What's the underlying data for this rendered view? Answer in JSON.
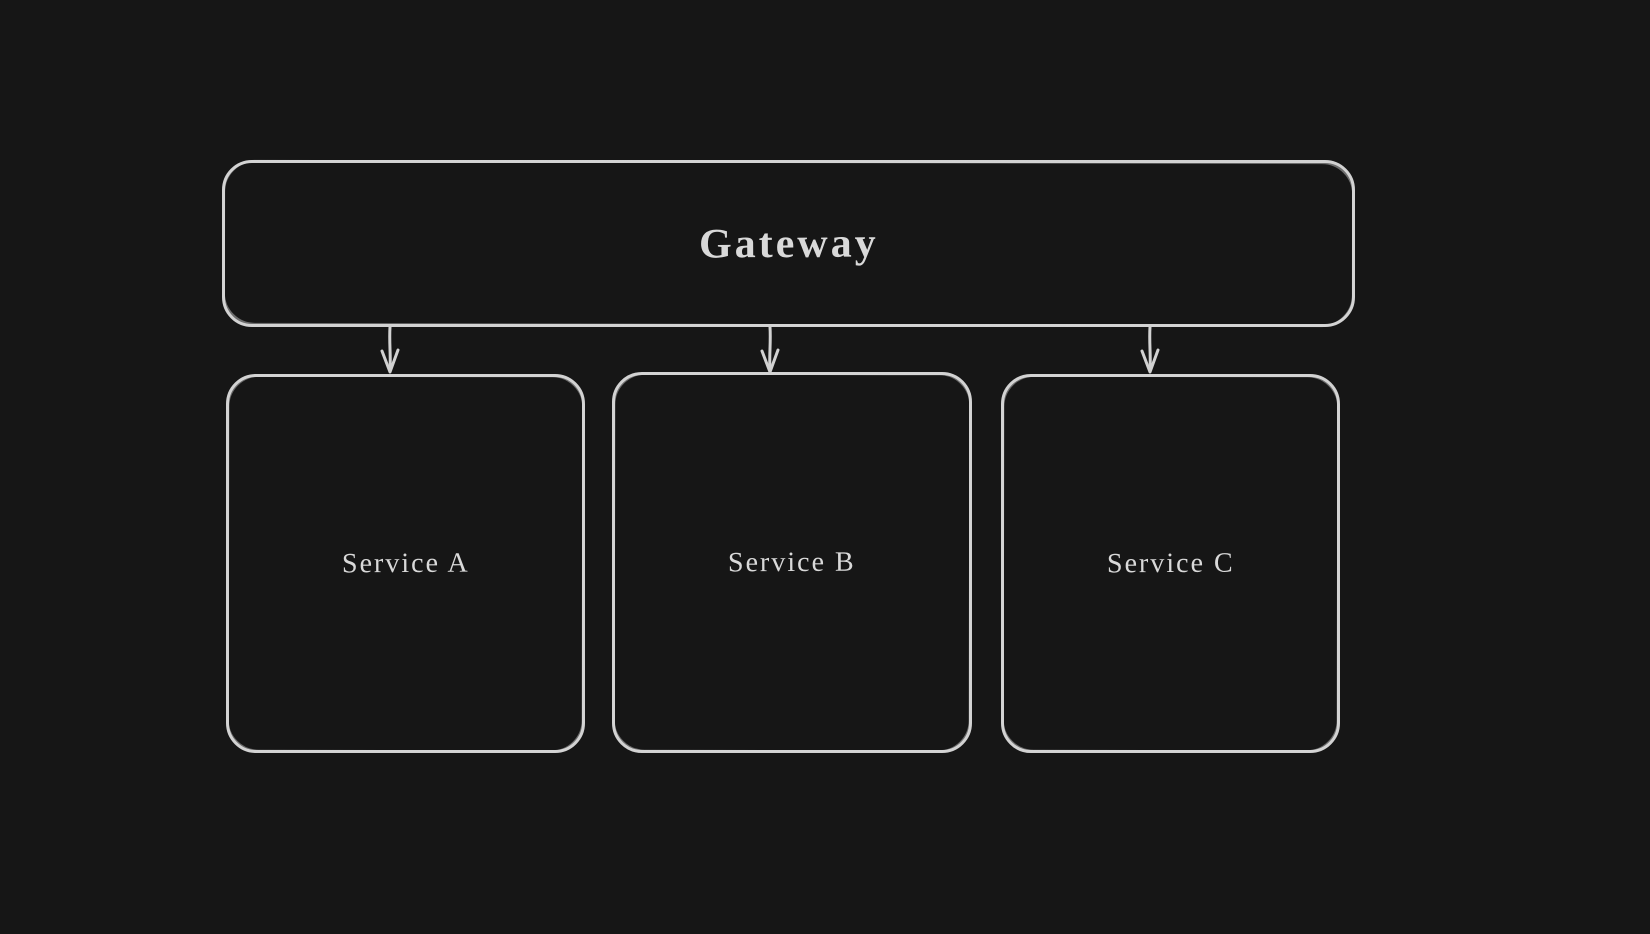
{
  "app": {
    "background_color": "#161616",
    "stroke_color": "#d2d2d2",
    "text_color": "#d9d9d9"
  },
  "diagram": {
    "gateway": {
      "label": "Gateway"
    },
    "services": [
      {
        "label": "Service A"
      },
      {
        "label": "Service B"
      },
      {
        "label": "Service C"
      }
    ],
    "connections": [
      {
        "from": "Gateway",
        "to": "Service A"
      },
      {
        "from": "Gateway",
        "to": "Service B"
      },
      {
        "from": "Gateway",
        "to": "Service C"
      }
    ]
  }
}
